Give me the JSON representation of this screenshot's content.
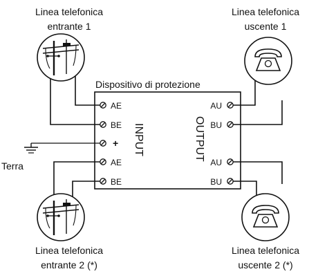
{
  "labels": {
    "in1": [
      "Linea telefonica",
      "entrante 1"
    ],
    "out1": [
      "Linea telefonica",
      "uscente 1"
    ],
    "in2": [
      "Linea telefonica",
      "entrante 2 (*)"
    ],
    "out2": [
      "Linea telefonica",
      "uscente 2 (*)"
    ],
    "device": "Dispositivo di protezione",
    "ground": "Terra",
    "input": "INPUT",
    "output": "OUTPUT"
  },
  "terminals": {
    "left": [
      "AE",
      "BE",
      "+",
      "AE",
      "BE"
    ],
    "right": [
      "AU",
      "BU",
      "AU",
      "BU"
    ]
  },
  "icons": {
    "incoming": "utility-pole-icon",
    "outgoing": "telephone-icon",
    "ground": "ground-symbol-icon",
    "terminal": "screw-terminal-icon"
  }
}
